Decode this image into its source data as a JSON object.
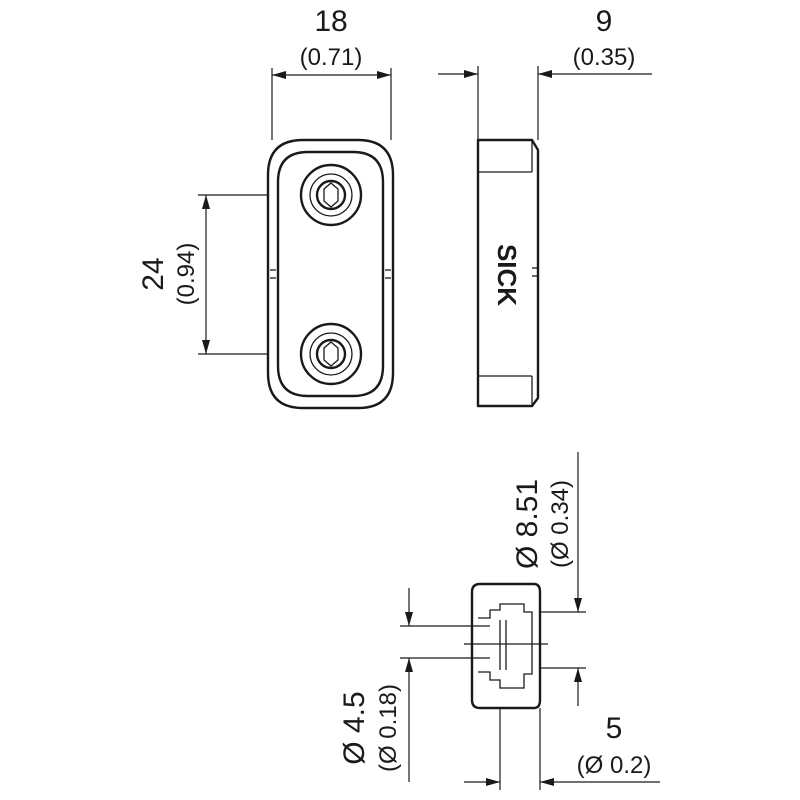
{
  "dimensions": {
    "width": {
      "value": "18",
      "sub": "(0.71)"
    },
    "depth": {
      "value": "9",
      "sub": "(0.35)"
    },
    "spacing": {
      "value": "24",
      "sub": "(0.94)"
    },
    "outer_diameter": {
      "value": "Ø 8.51",
      "sub": "(Ø 0.34)"
    },
    "inner_diameter": {
      "value": "Ø 4.5",
      "sub": "(Ø 0.18)"
    },
    "thickness": {
      "value": "5",
      "sub": "(Ø 0.2)"
    }
  },
  "logo": {
    "text": "SICK"
  }
}
